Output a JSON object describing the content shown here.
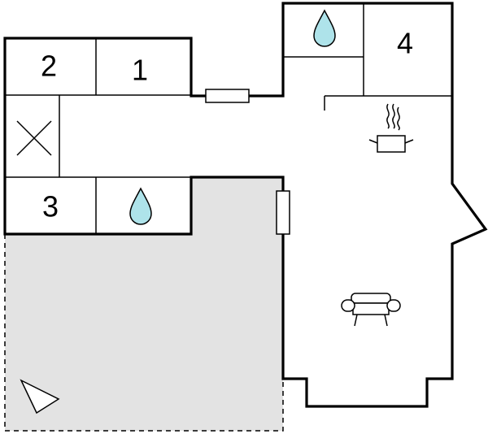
{
  "floorplan": {
    "rooms": [
      {
        "id": "room-1",
        "label": "1"
      },
      {
        "id": "room-2",
        "label": "2"
      },
      {
        "id": "room-3",
        "label": "3"
      },
      {
        "id": "room-4",
        "label": "4"
      }
    ],
    "icons": {
      "bathroom_1": "water-drop-icon",
      "bathroom_2": "water-drop-icon",
      "storage": "cross-icon",
      "kitchen": "cooking-pot-icon",
      "living": "sofa-icon",
      "terrace": "compass-arrow-icon"
    },
    "colors": {
      "walls": "#000000",
      "terrace": "#e3e3e3",
      "water": "#aee3ea"
    }
  }
}
